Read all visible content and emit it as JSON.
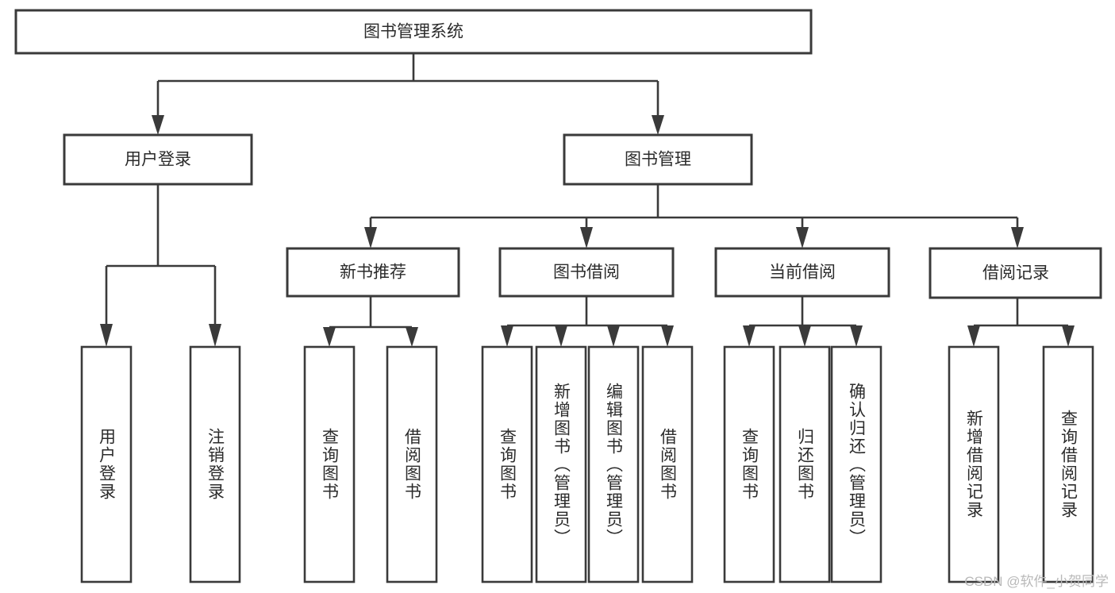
{
  "diagram": {
    "type": "hierarchy-tree",
    "title": "图书管理系统",
    "orientation": "top-down",
    "levels": 4,
    "root": {
      "id": "root",
      "label": "图书管理系统"
    },
    "level2": [
      {
        "id": "user-login",
        "label": "用户登录"
      },
      {
        "id": "book-manage",
        "label": "图书管理"
      }
    ],
    "level3": [
      {
        "id": "new-book-rec",
        "label": "新书推荐",
        "parent": "book-manage"
      },
      {
        "id": "book-borrow",
        "label": "图书借阅",
        "parent": "book-manage"
      },
      {
        "id": "current-borrow",
        "label": "当前借阅",
        "parent": "book-manage"
      },
      {
        "id": "borrow-record",
        "label": "借阅记录",
        "parent": "book-manage"
      }
    ],
    "leaves": {
      "user-login": [
        {
          "id": "leaf-user-login",
          "label": "用户登录"
        },
        {
          "id": "leaf-user-logout",
          "label": "注销登录"
        }
      ],
      "new-book-rec": [
        {
          "id": "leaf-query-book-1",
          "label": "查询图书"
        },
        {
          "id": "leaf-borrow-book-1",
          "label": "借阅图书"
        }
      ],
      "book-borrow": [
        {
          "id": "leaf-query-book-2",
          "label": "查询图书"
        },
        {
          "id": "leaf-add-book",
          "label": "新增图书（管理员）"
        },
        {
          "id": "leaf-edit-book",
          "label": "编辑图书（管理员）"
        },
        {
          "id": "leaf-borrow-book-2",
          "label": "借阅图书"
        }
      ],
      "current-borrow": [
        {
          "id": "leaf-query-book-3",
          "label": "查询图书"
        },
        {
          "id": "leaf-return-book",
          "label": "归还图书"
        },
        {
          "id": "leaf-confirm-return",
          "label": "确认归还（管理员）"
        }
      ],
      "borrow-record": [
        {
          "id": "leaf-add-record",
          "label": "新增借阅记录"
        },
        {
          "id": "leaf-query-record",
          "label": "查询借阅记录"
        }
      ]
    }
  },
  "watermark": {
    "text": "CSDN @软件_小贺同学"
  },
  "colors": {
    "stroke": "#3a3a3a",
    "fill": "#ffffff",
    "text": "#2b2b2b",
    "watermark": "#b9b9b9"
  }
}
